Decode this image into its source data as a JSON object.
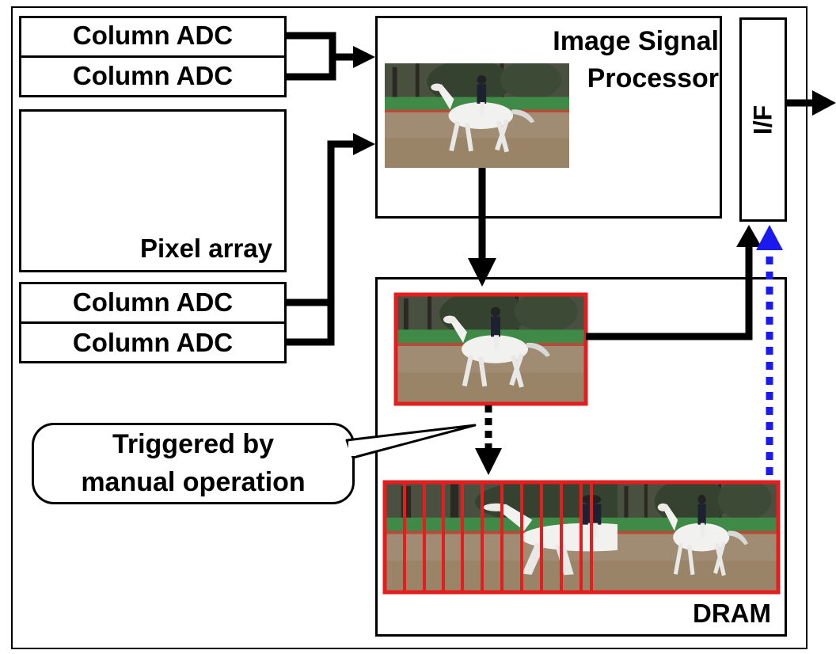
{
  "diagram": {
    "adc_top_1": "Column ADC",
    "adc_top_2": "Column ADC",
    "pixel_array": "Pixel array",
    "adc_bottom_1": "Column ADC",
    "adc_bottom_2": "Column ADC",
    "isp_line1": "Image Signal",
    "isp_line2": "Processor",
    "interface": "I/F",
    "dram": "DRAM",
    "callout_line1": "Triggered by",
    "callout_line2": "manual operation"
  },
  "colors": {
    "frame_red": "#e41e1e",
    "dotted_blue": "#1a1aee",
    "sky": "#c9cdc8",
    "grass": "#3f8a46",
    "ground": "#a08c72"
  },
  "icons": {
    "photo": "horse-rider-photo"
  }
}
